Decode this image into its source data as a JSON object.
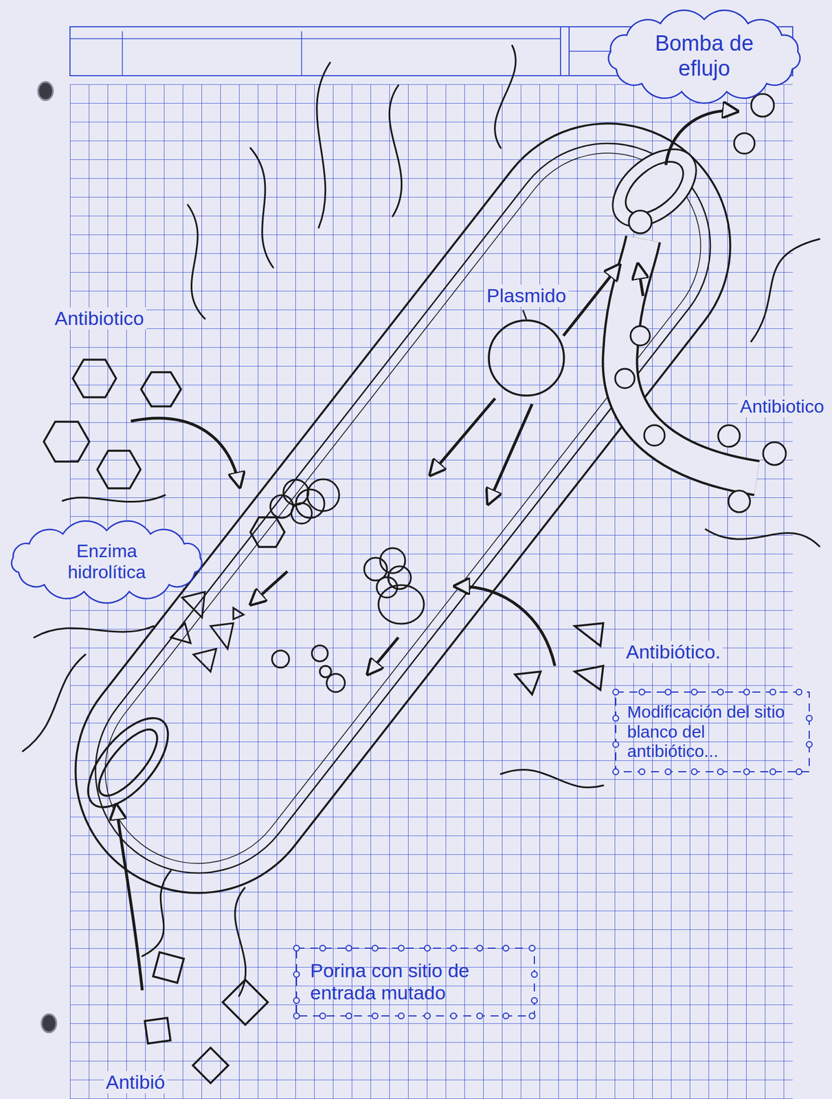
{
  "diagram": {
    "nodes": [
      {
        "text": [
          "Bomba de eflujo"
        ]
      },
      {
        "text": [
          "Plasmido"
        ]
      },
      {
        "text": [
          "Enzima hidrolítica"
        ]
      },
      {
        "text": [
          "Modificación del sitio blanco del antibiótico..."
        ]
      },
      {
        "text": [
          "Porina con sitio de entrada mutado"
        ]
      }
    ],
    "labels": [
      "Antibiotico",
      "Antibiotico",
      "Antibiótico.",
      "Antibió"
    ]
  }
}
